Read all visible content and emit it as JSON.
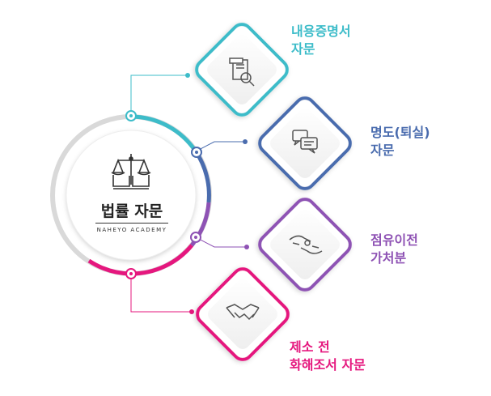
{
  "center": {
    "title": "법률 자문",
    "subtitle": "NAHEYO ACADEMY",
    "icon": "scales-of-justice-icon"
  },
  "items": [
    {
      "lines": [
        "내용증명서",
        "자문"
      ],
      "color": "#3dbcc9",
      "icon": "document-search-icon"
    },
    {
      "lines": [
        "명도(퇴실)",
        "자문"
      ],
      "color": "#4a6cae",
      "icon": "chat-bubbles-icon"
    },
    {
      "lines": [
        "점유이전",
        "가처분"
      ],
      "color": "#8e52b4",
      "icon": "hands-passing-icon"
    },
    {
      "lines": [
        "제소 전",
        "화해조서 자문"
      ],
      "color": "#e5177e",
      "icon": "handshake-icon"
    }
  ]
}
